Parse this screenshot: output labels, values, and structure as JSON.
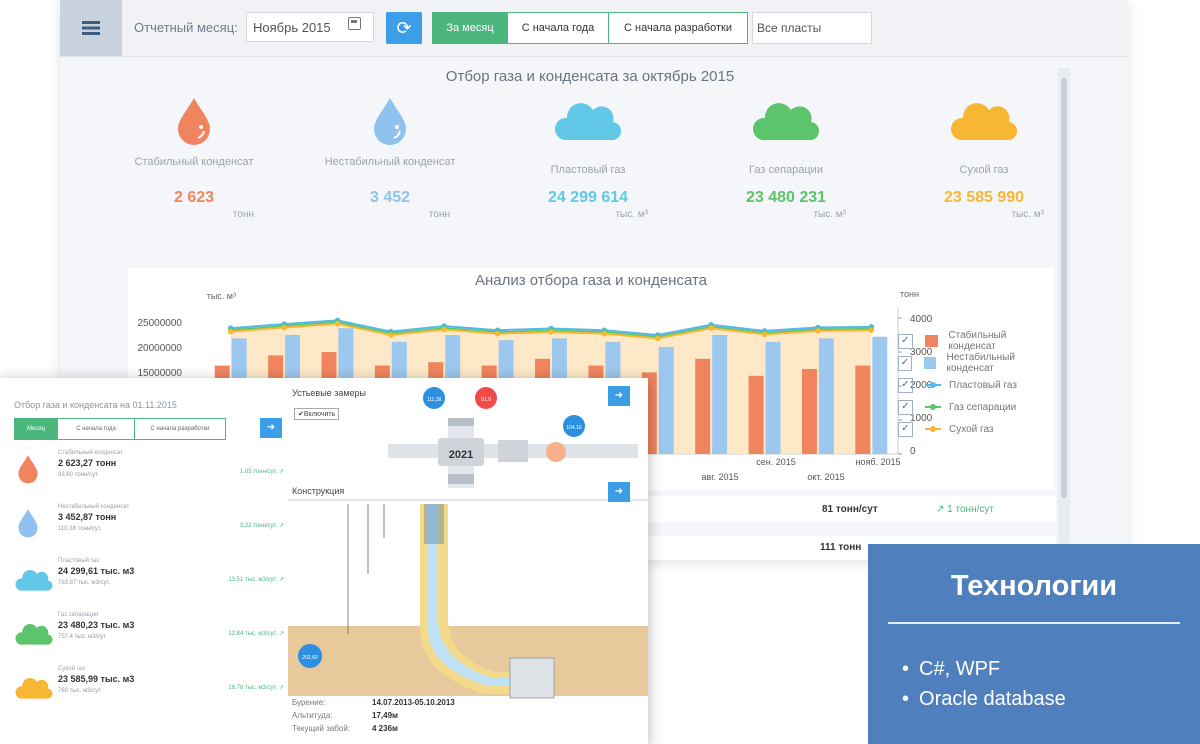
{
  "toolbar": {
    "month_label": "Отчетный месяц:",
    "month_value": "Ноябрь 2015",
    "periods": [
      "За месяц",
      "С начала года",
      "С начала разработки"
    ],
    "layers": "Все пласты"
  },
  "summary": {
    "title": "Отбор газа и конденсата за октябрь 2015",
    "items": [
      {
        "label": "Стабильный конденсат",
        "value": "2 623",
        "unit": "тонн",
        "color": "#f0845f"
      },
      {
        "label": "Нестабильный конденсат",
        "value": "3 452",
        "unit": "тонн",
        "color": "#8fc2ef"
      },
      {
        "label": "Пластовый газ",
        "value": "24 299 614",
        "unit": "тыс. м³",
        "color": "#62c8e8"
      },
      {
        "label": "Газ сепарации",
        "value": "23 480 231",
        "unit": "тыс. м³",
        "color": "#5cc46b"
      },
      {
        "label": "Сухой газ",
        "value": "23 585 990",
        "unit": "тыс. м³",
        "color": "#f7b733"
      }
    ]
  },
  "chart_data": {
    "type": "bar",
    "title": "Анализ отбора газа и конденсата",
    "ylabel_left": "тыс. м³",
    "ylabel_right": "тонн",
    "y_left_ticks": [
      "25000000",
      "20000000",
      "15000000"
    ],
    "y_right_ticks": [
      "4000",
      "3000",
      "2000",
      "1000",
      "0"
    ],
    "x_ticks_visible": [
      "авг. 2015",
      "сен. 2015",
      "окт. 2015",
      "нояб. 2015"
    ],
    "ylim_right": [
      0,
      4000
    ],
    "series": [
      {
        "name": "Стабильный конденсат",
        "axis": "right",
        "color": "#f0845f",
        "values": [
          2600,
          2900,
          3000,
          2600,
          2700,
          2600,
          2800,
          2600,
          2400,
          2800,
          2300,
          2500,
          2600
        ]
      },
      {
        "name": "Нестабильный конденсат",
        "axis": "right",
        "color": "#9cc8ef",
        "values": [
          3400,
          3500,
          3700,
          3300,
          3500,
          3350,
          3400,
          3300,
          3150,
          3500,
          3300,
          3400,
          3450
        ]
      },
      {
        "name": "Пластовый газ",
        "axis": "right",
        "color": "#4fb9e8",
        "values": [
          3700,
          3820,
          3930,
          3600,
          3760,
          3640,
          3690,
          3640,
          3500,
          3800,
          3620,
          3720,
          3740
        ]
      },
      {
        "name": "Газ сепарации",
        "axis": "right",
        "color": "#5cc46b",
        "values": [
          3640,
          3760,
          3870,
          3540,
          3700,
          3580,
          3630,
          3580,
          3440,
          3740,
          3560,
          3660,
          3680
        ]
      },
      {
        "name": "Сухой газ",
        "axis": "right",
        "color": "#f7b733",
        "values": [
          3600,
          3720,
          3830,
          3500,
          3660,
          3540,
          3590,
          3540,
          3400,
          3700,
          3520,
          3620,
          3640
        ]
      }
    ],
    "legend": "right"
  },
  "bands": [
    {
      "value": "81 тонн/сут",
      "delta": "1 тонн/сут"
    },
    {
      "value": "111 тонн",
      "delta": ""
    }
  ],
  "overlay": {
    "title": "Отбор газа и конденсата на 01.11.2015",
    "tabs": [
      "Месяц",
      "С начала года",
      "С начала разработки"
    ],
    "items": [
      {
        "l1": "Стабильный конденсат",
        "l2": "2 623,27 тонн",
        "l3": "83,60 тонн/сут.",
        "l4": "1,05 тонн/сут. ↗",
        "color": "#f0845f"
      },
      {
        "l1": "Нестабильный конденсат",
        "l2": "3 452,87 тонн",
        "l3": "110,38 тонн/сут.",
        "l4": "3,22 тонн/сут. ↗",
        "color": "#8fc2ef"
      },
      {
        "l1": "Пластовый газ",
        "l2": "24 299,61 тыс. м3",
        "l3": "783,87 тыс. м3/сут.",
        "l4": "13,51 тыс. м3/сут. ↗",
        "color": "#62c8e8"
      },
      {
        "l1": "Газ сепарации",
        "l2": "23 480,23 тыс. м3",
        "l3": "757,4 тыс. м3/сут.",
        "l4": "12,84 тыс. м3/сут. ↗",
        "color": "#5cc46b"
      },
      {
        "l1": "Сухой газ",
        "l2": "23 585,99 тыс. м3",
        "l3": "760 тыс. м3/сут.",
        "l4": "16,78 тыс. м3/сут. ↗",
        "color": "#f7b733"
      }
    ],
    "right": {
      "header": "Устьевые замеры",
      "checkbox": "Включить",
      "year": "2021",
      "construction": "Конструкция",
      "bubbles": [
        "111,38",
        "91,0",
        "104,16",
        "202,60"
      ],
      "info": [
        {
          "label": "Бурение:",
          "value": "14.07.2013-05.10.2013"
        },
        {
          "label": "Альтитуда:",
          "value": "17,49м"
        },
        {
          "label": "Текущий забой:",
          "value": "4 236м"
        }
      ]
    }
  },
  "tech": {
    "title": "Технологии",
    "items": [
      "C#, WPF",
      "Oracle database"
    ]
  }
}
